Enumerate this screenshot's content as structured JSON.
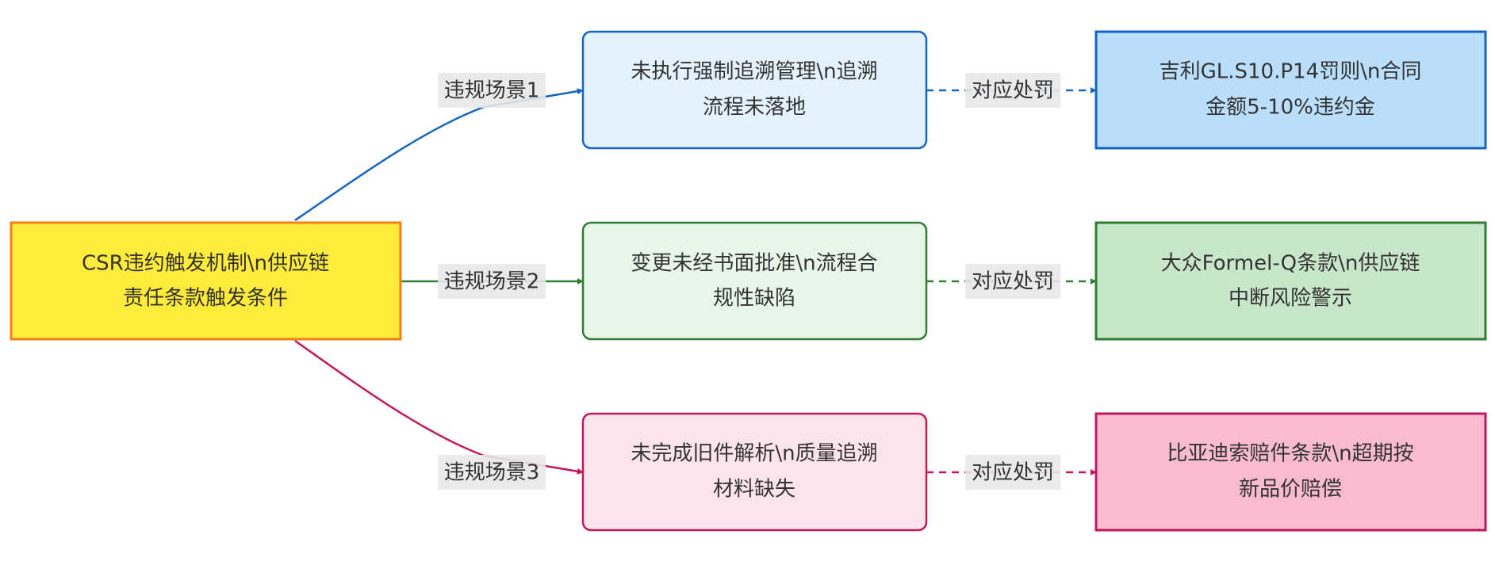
{
  "root": {
    "lines": [
      "CSR违约触发机制\\n供应链",
      "责任条款触发条件"
    ],
    "fill": "#ffeb3b",
    "stroke": "#f57f17"
  },
  "branches": [
    {
      "edge_label": "违规场景1",
      "penalty_label": "对应处罚",
      "color": "#1565c0",
      "scenario": {
        "lines": [
          "未执行强制追溯管理\\n追溯",
          "流程未落地"
        ],
        "fill": "#e3f2fd",
        "stroke": "#1565c0"
      },
      "penalty": {
        "lines": [
          "吉利GL.S10.P14罚则\\n合同",
          "金额5-10%违约金"
        ],
        "fill": "#bbdefb",
        "stroke": "#1565c0"
      }
    },
    {
      "edge_label": "违规场景2",
      "penalty_label": "对应处罚",
      "color": "#2e7d32",
      "scenario": {
        "lines": [
          "变更未经书面批准\\n流程合",
          "规性缺陷"
        ],
        "fill": "#e8f5e9",
        "stroke": "#2e7d32"
      },
      "penalty": {
        "lines": [
          "大众Formel-Q条款\\n供应链",
          "中断风险警示"
        ],
        "fill": "#c8e6c9",
        "stroke": "#2e7d32"
      }
    },
    {
      "edge_label": "违规场景3",
      "penalty_label": "对应处罚",
      "color": "#c2185b",
      "scenario": {
        "lines": [
          "未完成旧件解析\\n质量追溯",
          "材料缺失"
        ],
        "fill": "#fce4ec",
        "stroke": "#c2185b"
      },
      "penalty": {
        "lines": [
          "比亚迪索赔件条款\\n超期按",
          "新品价赔偿"
        ],
        "fill": "#f8bbd0",
        "stroke": "#c2185b"
      }
    }
  ]
}
